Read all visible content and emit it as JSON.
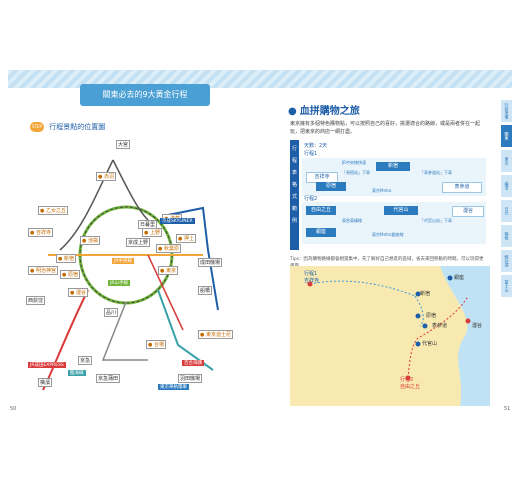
{
  "left_page": {
    "title": "關東必去的9大黃金行程",
    "subtitle": "行程景點的位置圖",
    "badge": "STEP",
    "page_number": "50",
    "stations": [
      {
        "label": "大宮",
        "pin": false
      },
      {
        "label": "赤羽",
        "pin": true
      },
      {
        "label": "乙女之丘",
        "pin": true
      },
      {
        "label": "吉祥寺",
        "pin": true
      },
      {
        "label": "池袋",
        "pin": true
      },
      {
        "label": "上野",
        "pin": true
      },
      {
        "label": "日暮里",
        "pin": false
      },
      {
        "label": "京成上野",
        "pin": false
      },
      {
        "label": "新宿",
        "pin": true
      },
      {
        "label": "秋葉原",
        "pin": true
      },
      {
        "label": "原宿",
        "pin": true
      },
      {
        "label": "東京",
        "pin": true
      },
      {
        "label": "澀谷",
        "pin": true
      },
      {
        "label": "品川",
        "pin": false
      },
      {
        "label": "押上",
        "pin": true
      },
      {
        "label": "淺草",
        "pin": true
      },
      {
        "label": "明治神宮",
        "pin": true
      },
      {
        "label": "台場",
        "pin": true
      },
      {
        "label": "東京迪士尼",
        "pin": true
      },
      {
        "label": "西荻窪",
        "pin": false
      },
      {
        "label": "羽田機場",
        "pin": false
      },
      {
        "label": "成田機場",
        "pin": false
      },
      {
        "label": "橫濱",
        "pin": false
      },
      {
        "label": "京急蒲田",
        "pin": false
      },
      {
        "label": "船橋",
        "pin": false
      },
      {
        "label": "京急",
        "pin": false
      }
    ],
    "lines": [
      {
        "label": "京成SKYLINER"
      },
      {
        "label": "JR成田EXPRESS"
      },
      {
        "label": "東京單軌電車"
      },
      {
        "label": "臨海線"
      },
      {
        "label": "JR山手線"
      },
      {
        "label": "JR中央線"
      },
      {
        "label": "百合海鷗"
      }
    ]
  },
  "right_page": {
    "title": "血拼購物之旅",
    "intro": "東京擁有多個特色購物點，可以按照自己的喜好，挑選適合的路線，或是兩者併在一起玩，把東京的商店一網打盡。",
    "page_number": "51",
    "side_label": [
      "行",
      "程",
      "表",
      "格",
      "式",
      "範",
      "例"
    ],
    "days": "天數：2天",
    "trip1": "行程1",
    "trip2": "行程2",
    "trip1_nodes": [
      "吉祥寺",
      "新宿",
      "原宿",
      "表參道"
    ],
    "trip1_notes": [
      "JR中央線快速",
      "「原宿站」下車",
      "「表參道站」下車",
      "東京Metro"
    ],
    "trip2_nodes": [
      "自由之丘",
      "代官山",
      "澀谷",
      "銀座"
    ],
    "trip2_notes": [
      "東急東橫線",
      "「代官山站」下車",
      "東京Metro銀座線"
    ],
    "tip": "Tips：因為購物路線都會相當集中，先了解好自己想逛的區域，省去來回移動的時間，可以玩得更盡興。",
    "map_labels": {
      "trip1_label": "行程1",
      "trip1_place": "吉祥寺",
      "trip2_label": "行程2",
      "trip2_place": "自由之丘",
      "places": [
        "新宿",
        "原宿",
        "表參道",
        "代官山",
        "澀谷",
        "銀座"
      ]
    },
    "tabs": [
      {
        "label": "行前準備",
        "active": false
      },
      {
        "label": "關東",
        "active": true
      },
      {
        "label": "東京",
        "active": false
      },
      {
        "label": "橫濱",
        "active": false
      },
      {
        "label": "日光",
        "active": false
      },
      {
        "label": "箱根",
        "active": false
      },
      {
        "label": "輕井澤",
        "active": false
      },
      {
        "label": "富士山",
        "active": false
      }
    ]
  },
  "colors": {
    "accent_blue": "#1e5ea8",
    "light_blue": "#4a9fd4",
    "orange": "#f3a53a",
    "red": "#d93a3a",
    "green": "#6fb53a"
  }
}
